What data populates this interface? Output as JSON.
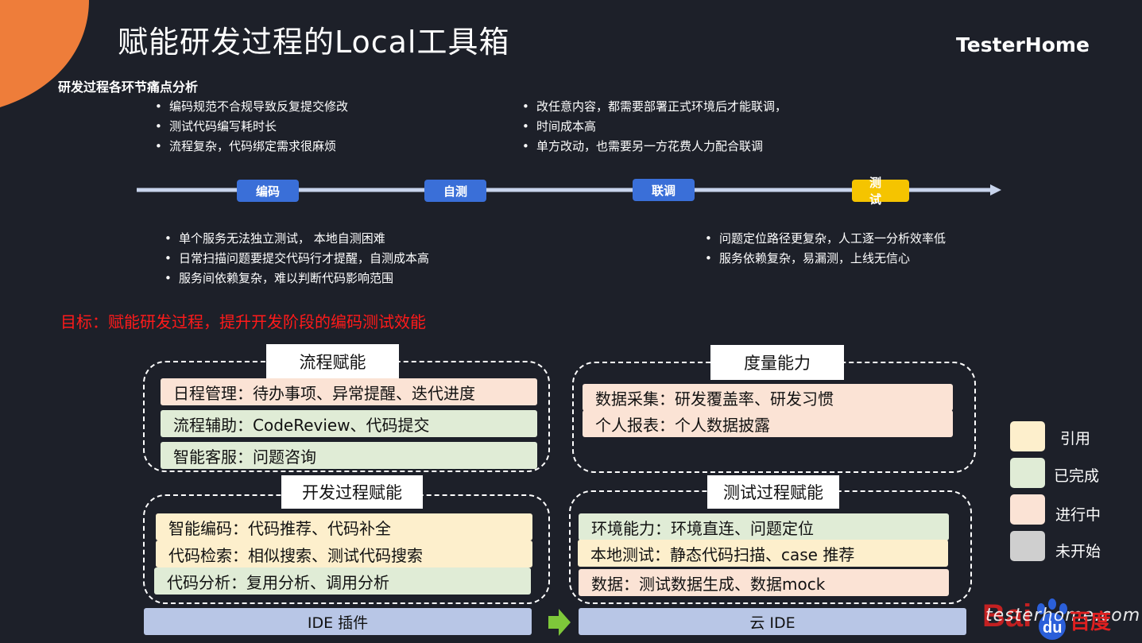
{
  "title": "赋能研发过程的Local工具箱",
  "brand": "TesterHome",
  "section_heading": "研发过程各环节痛点分析",
  "pain_points": {
    "coding": [
      "编码规范不合规导致反复提交修改",
      "测试代码编写耗时长",
      "流程复杂，代码绑定需求很麻烦"
    ],
    "integration": [
      "改任意内容，都需要部署正式环境后才能联调，",
      "时间成本高",
      "单方改动，也需要另一方花费人力配合联调"
    ],
    "self_test": [
      "单个服务无法独立测试， 本地自测困难",
      "日常扫描问题要提交代码行才提醒，自测成本高",
      "服务间依赖复杂，难以判断代码影响范围"
    ],
    "testing": [
      " 问题定位路径更复杂，人工逐一分析效率低",
      "服务依赖复杂，易漏测，上线无信心"
    ]
  },
  "stages": [
    {
      "label": "编码",
      "color": "#3a6fd8"
    },
    {
      "label": "自测",
      "color": "#3a6fd8"
    },
    {
      "label": "联调",
      "color": "#3a6fd8"
    },
    {
      "label": "测试",
      "color": "#f5c400"
    }
  ],
  "goal": "目标：赋能研发过程，提升开发阶段的编码测试效能",
  "groups": {
    "process": {
      "label": "流程赋能",
      "items": [
        {
          "text": "日程管理：待办事项、异常提醒、迭代进度",
          "status": "进行中"
        },
        {
          "text": "流程辅助：CodeReview、代码提交",
          "status": "已完成"
        },
        {
          "text": "智能客服：问题咨询",
          "status": "已完成"
        }
      ]
    },
    "metrics": {
      "label": "度量能力",
      "items": [
        {
          "text": "数据采集：研发覆盖率、研发习惯",
          "status": "进行中"
        },
        {
          "text": "个人报表：个人数据披露",
          "status": "进行中"
        }
      ]
    },
    "dev": {
      "label": "开发过程赋能",
      "items": [
        {
          "text": "智能编码：代码推荐、代码补全",
          "status": "引用"
        },
        {
          "text": "代码检索：相似搜索、测试代码搜索",
          "status": "引用"
        },
        {
          "text": "代码分析：复用分析、调用分析",
          "status": "已完成"
        }
      ]
    },
    "test": {
      "label": "测试过程赋能",
      "items": [
        {
          "text": "环境能力：环境直连、问题定位",
          "status": "已完成"
        },
        {
          "text": "本地测试：静态代码扫描、case 推荐",
          "status": "引用"
        },
        {
          "text": "数据：测试数据生成、数据mock",
          "status": "进行中"
        }
      ]
    }
  },
  "platforms": {
    "ide": "IDE 插件",
    "cloud": "云 IDE"
  },
  "legend": [
    {
      "label": "引用",
      "color": "#fdefcc"
    },
    {
      "label": "已完成",
      "color": "#e0ecd6"
    },
    {
      "label": "进行中",
      "color": "#fbe3d5"
    },
    {
      "label": "未开始",
      "color": "#cfcfcf"
    }
  ],
  "watermark": {
    "text": "testerhome.com",
    "mark": "百度"
  },
  "colors": {
    "background": "#1d2029",
    "accent_orange": "#ee7d3a",
    "goal_red": "#ff1a1a",
    "timeline": "#c8d4ec"
  }
}
